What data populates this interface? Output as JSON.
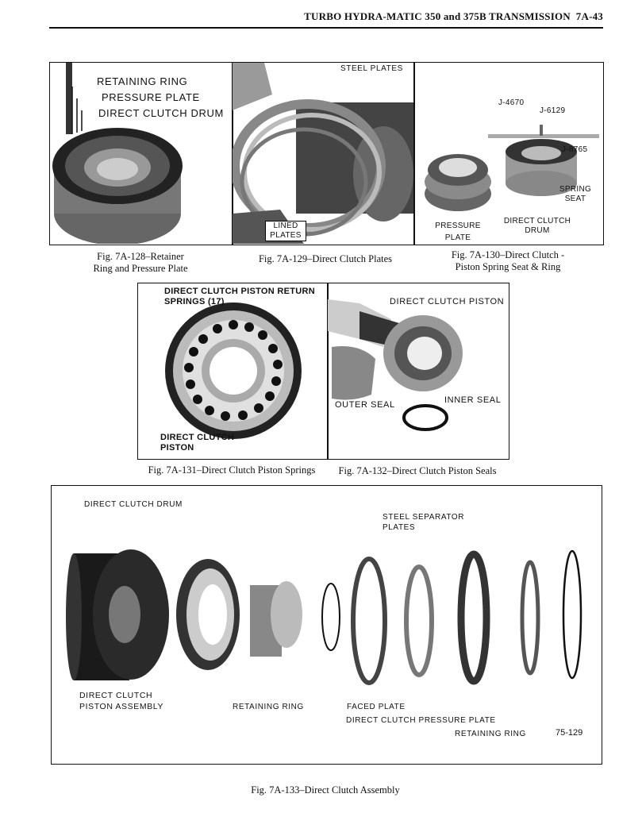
{
  "header": {
    "title": "TURBO HYDRA-MATIC 350 and 375B TRANSMISSION",
    "page": "7A-43"
  },
  "fig128": {
    "caption_line1": "Fig. 7A-128–Retainer",
    "caption_line2": "Ring and Pressure Plate",
    "labels": [
      "RETAINING RING",
      "PRESSURE PLATE",
      "DIRECT CLUTCH DRUM"
    ]
  },
  "fig129": {
    "caption": "Fig. 7A-129–Direct Clutch Plates",
    "label_steel": "STEEL PLATES",
    "label_lined_1": "LINED",
    "label_lined_2": "PLATES"
  },
  "fig130": {
    "caption_line1": "Fig. 7A-130–Direct Clutch -",
    "caption_line2": "Piston Spring Seat & Ring",
    "labels": {
      "j4670": "J-4670",
      "j6129": "J-6129",
      "j8765": "J-8765",
      "spring_1": "SPRING",
      "spring_2": "SEAT",
      "pressure_1": "PRESSURE",
      "pressure_2": "PLATE",
      "drum_1": "DIRECT CLUTCH",
      "drum_2": "DRUM"
    }
  },
  "fig131": {
    "caption": "Fig. 7A-131–Direct Clutch Piston Springs",
    "label_springs_1": "DIRECT CLUTCH PISTON RETURN",
    "label_springs_2": "SPRINGS (17)",
    "label_piston_1": "DIRECT CLUTCH",
    "label_piston_2": "PISTON"
  },
  "fig132": {
    "caption": "Fig. 7A-132–Direct Clutch Piston Seals",
    "label_piston": "DIRECT CLUTCH PISTON",
    "label_outer": "OUTER SEAL",
    "label_inner": "INNER SEAL"
  },
  "fig133": {
    "caption": "Fig. 7A-133–Direct Clutch Assembly",
    "labels": {
      "drum": "DIRECT CLUTCH DRUM",
      "steel_1": "STEEL SEPARATOR",
      "steel_2": "PLATES",
      "piston_1": "DIRECT CLUTCH",
      "piston_2": "PISTON ASSEMBLY",
      "ring1": "RETAINING RING",
      "faced": "FACED PLATE",
      "pressure": "DIRECT CLUTCH PRESSURE PLATE",
      "ring2": "RETAINING RING",
      "ref": "75-129"
    }
  }
}
